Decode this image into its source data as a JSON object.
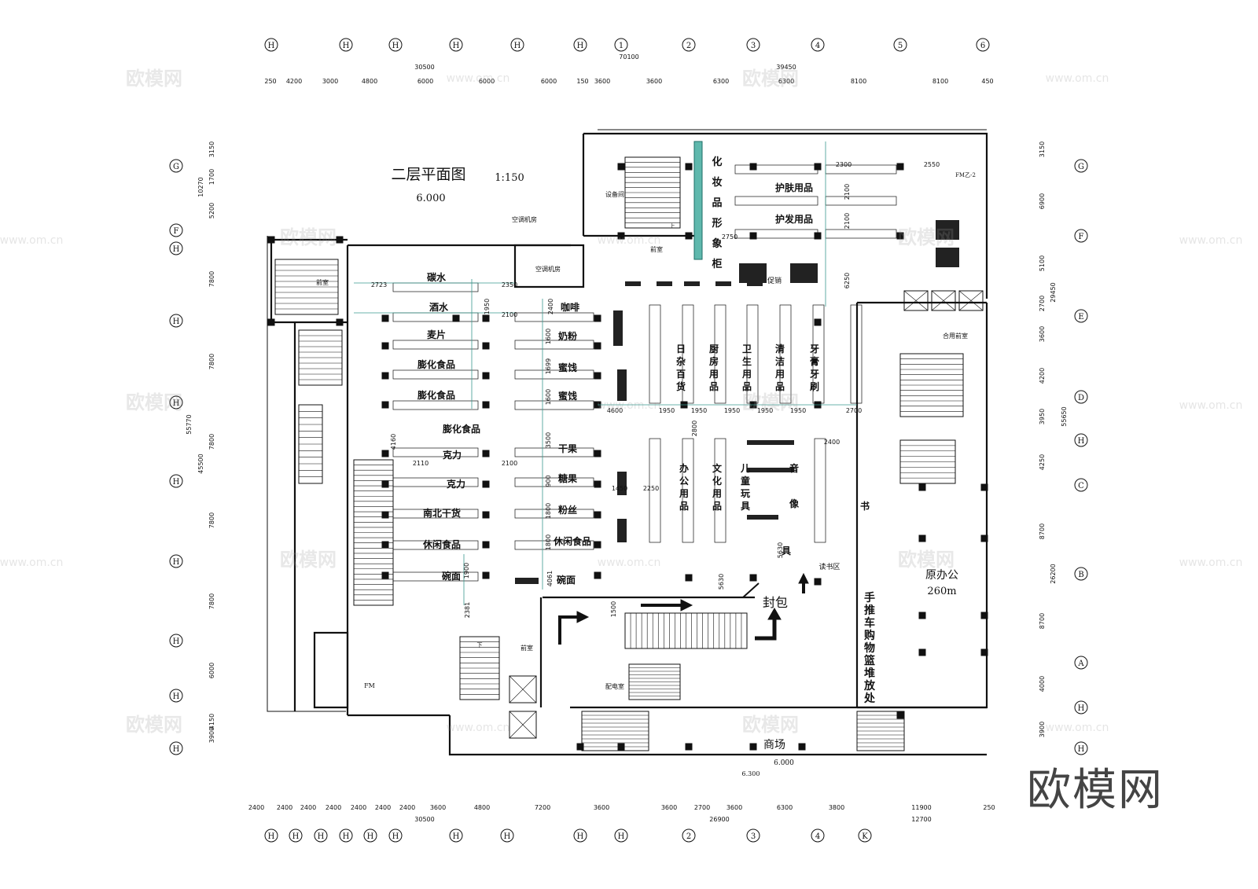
{
  "title": {
    "name": "二层平面图",
    "scale": "1:150",
    "level": "6.000"
  },
  "top_axes": [
    "H",
    "H",
    "H",
    "H",
    "H",
    "H",
    "1",
    "2",
    "3",
    "4",
    "5",
    "6"
  ],
  "bottom_axes": [
    "H",
    "H",
    "H",
    "H",
    "H",
    "H",
    "H",
    "H",
    "H",
    "H",
    "2",
    "3",
    "4",
    "K"
  ],
  "left_axes": [
    "G",
    "F",
    "H",
    "H",
    "H",
    "H",
    "H",
    "H",
    "H",
    "H"
  ],
  "right_axes": [
    "G",
    "F",
    "E",
    "D",
    "H",
    "C",
    "B",
    "A",
    "H",
    "H"
  ],
  "top_totals": {
    "overall": "70100",
    "left": "30500",
    "right": "39450"
  },
  "top_dims": [
    "250",
    "4200",
    "3000",
    "4800",
    "6000",
    "6000",
    "6000",
    "150",
    "3600",
    "3600",
    "6300",
    "6300",
    "8100",
    "8100",
    "450"
  ],
  "bottom_totals": {
    "left": "30500",
    "mid": "26900",
    "right": "12700"
  },
  "bottom_dims": [
    "2400",
    "2400",
    "2400",
    "2400",
    "2400",
    "2400",
    "2400",
    "3600",
    "4800",
    "7200",
    "3600",
    "3600",
    "2700",
    "3600",
    "6300",
    "3800",
    "11900",
    "250"
  ],
  "left_dims": [
    "3150",
    "1700",
    "5200",
    "7800",
    "7800",
    "7800",
    "7800",
    "7800",
    "6000",
    "4150",
    "3900"
  ],
  "left_totals": [
    "10270",
    "55770",
    "45500"
  ],
  "right_dims": [
    "3150",
    "6900",
    "5100",
    "2700",
    "3600",
    "4200",
    "3950",
    "4250",
    "8700",
    "8700",
    "4000",
    "3900"
  ],
  "right_totals": [
    "29450",
    "55650",
    "26200"
  ],
  "rooms": {
    "ac_room_1": "空调机房",
    "ac_room_2": "空调机房",
    "equip_room": "设备间",
    "front_room_1": "前室",
    "front_room_2": "前室",
    "front_room_3": "前室",
    "shared_front": "合用前室",
    "power_room": "配电室",
    "mall": "商场",
    "old_office": "原办公",
    "old_office_area": "260m",
    "reading": "读书区",
    "wrap": "封包",
    "cart": "手推车购物篮堆放处",
    "cosmetics": "化妆品形象柜"
  },
  "left_products": [
    "碳水",
    "酒水",
    "麦片",
    "膨化食品",
    "膨化食品",
    "膨化食品",
    "克力",
    "克力",
    "南北干货",
    "休闲食品",
    "碗面"
  ],
  "mid_products": [
    "咖啡",
    "奶粉",
    "蜜饯",
    "蜜饯",
    "干果",
    "糖果",
    "粉丝",
    "休闲食品",
    "碗面"
  ],
  "top_products": [
    "护肤用品",
    "护发用品"
  ],
  "vertical_products": [
    "日杂百货",
    "厨房用品",
    "卫生用品",
    "清洁用品",
    "牙膏牙刷"
  ],
  "vertical_products_2": [
    "办公用品",
    "文化用品",
    "儿童玩具"
  ],
  "misc_labels": {
    "audio": "音",
    "video": "像",
    "tool": "具",
    "book": "书",
    "gift": "促销",
    "up": "上",
    "down": "下",
    "fm": "FM",
    "fm2": "FM乙-2",
    "level_mark": "6.000",
    "level_mark2": "6.300"
  },
  "inner_dims": [
    "2723",
    "2350",
    "1950",
    "2100",
    "2400",
    "1600",
    "1699",
    "1600",
    "4160",
    "2110",
    "2100",
    "3500",
    "900",
    "1800",
    "1800",
    "1900",
    "2381",
    "4061",
    "1450",
    "2250",
    "4600",
    "1950",
    "1950",
    "1950",
    "1950",
    "1950",
    "2700",
    "2800",
    "2400",
    "5630",
    "5630",
    "1500",
    "2300",
    "2550",
    "2750",
    "2100",
    "2100",
    "6250"
  ],
  "watermark": {
    "logo": "欧模网",
    "url": "www.om.cn",
    "big": "欧模网"
  }
}
